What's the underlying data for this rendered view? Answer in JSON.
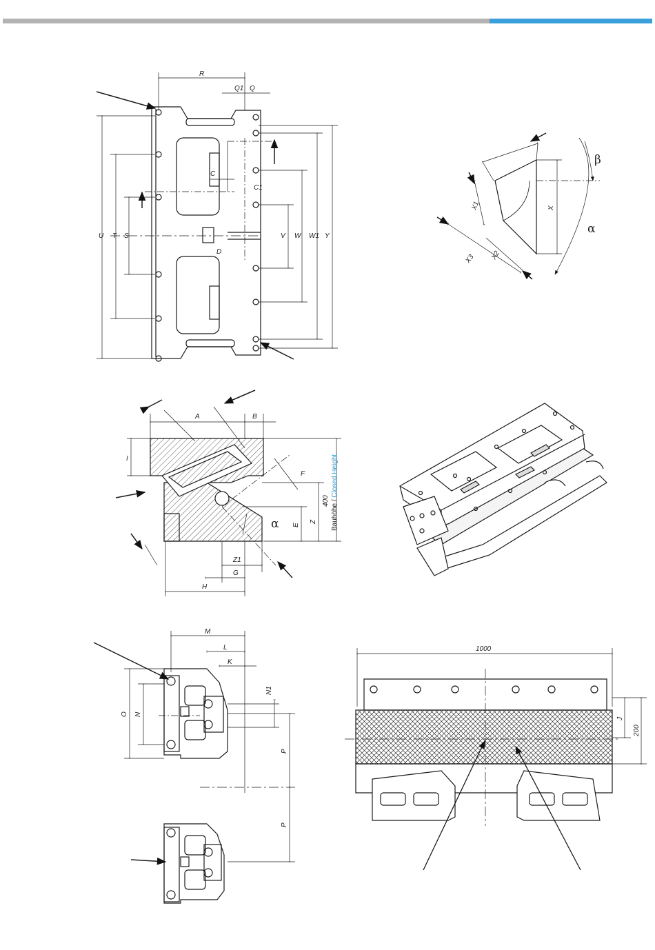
{
  "colors": {
    "bar_grey": "#b3b3b3",
    "bar_blue": "#3aa0db",
    "accent_text": "#2b9fd9",
    "line": "#1a1a1a",
    "hatch": "#555555"
  },
  "top_view": {
    "labels": {
      "R": "R",
      "Q1": "Q1",
      "Q": "Q",
      "C": "C",
      "C1": "C1",
      "U": "U",
      "T": "T",
      "S": "S",
      "D": "D",
      "V": "V",
      "W": "W",
      "W1": "W1",
      "Y": "Y"
    }
  },
  "angle_view": {
    "labels": {
      "X1": "X1",
      "X": "X",
      "X2": "X2",
      "X3": "X3"
    },
    "beta": "β",
    "alpha": "α"
  },
  "side_view": {
    "labels": {
      "A": "A",
      "B": "B",
      "I": "I",
      "F": "F",
      "E": "E",
      "Z": "Z",
      "Z1": "Z1",
      "G": "G",
      "H": "H"
    },
    "height_value": "400",
    "alpha": "α",
    "closed_height_de": "Bauhöhe /",
    "closed_height_en": "Closed Height"
  },
  "front_view": {
    "labels": {
      "M": "M",
      "L": "L",
      "K": "K",
      "N1": "N1",
      "O": "O",
      "N": "N",
      "P_top": "P",
      "P_bottom": "P"
    }
  },
  "width_view": {
    "width_value": "1000",
    "label_J": "J",
    "value_200": "200"
  }
}
